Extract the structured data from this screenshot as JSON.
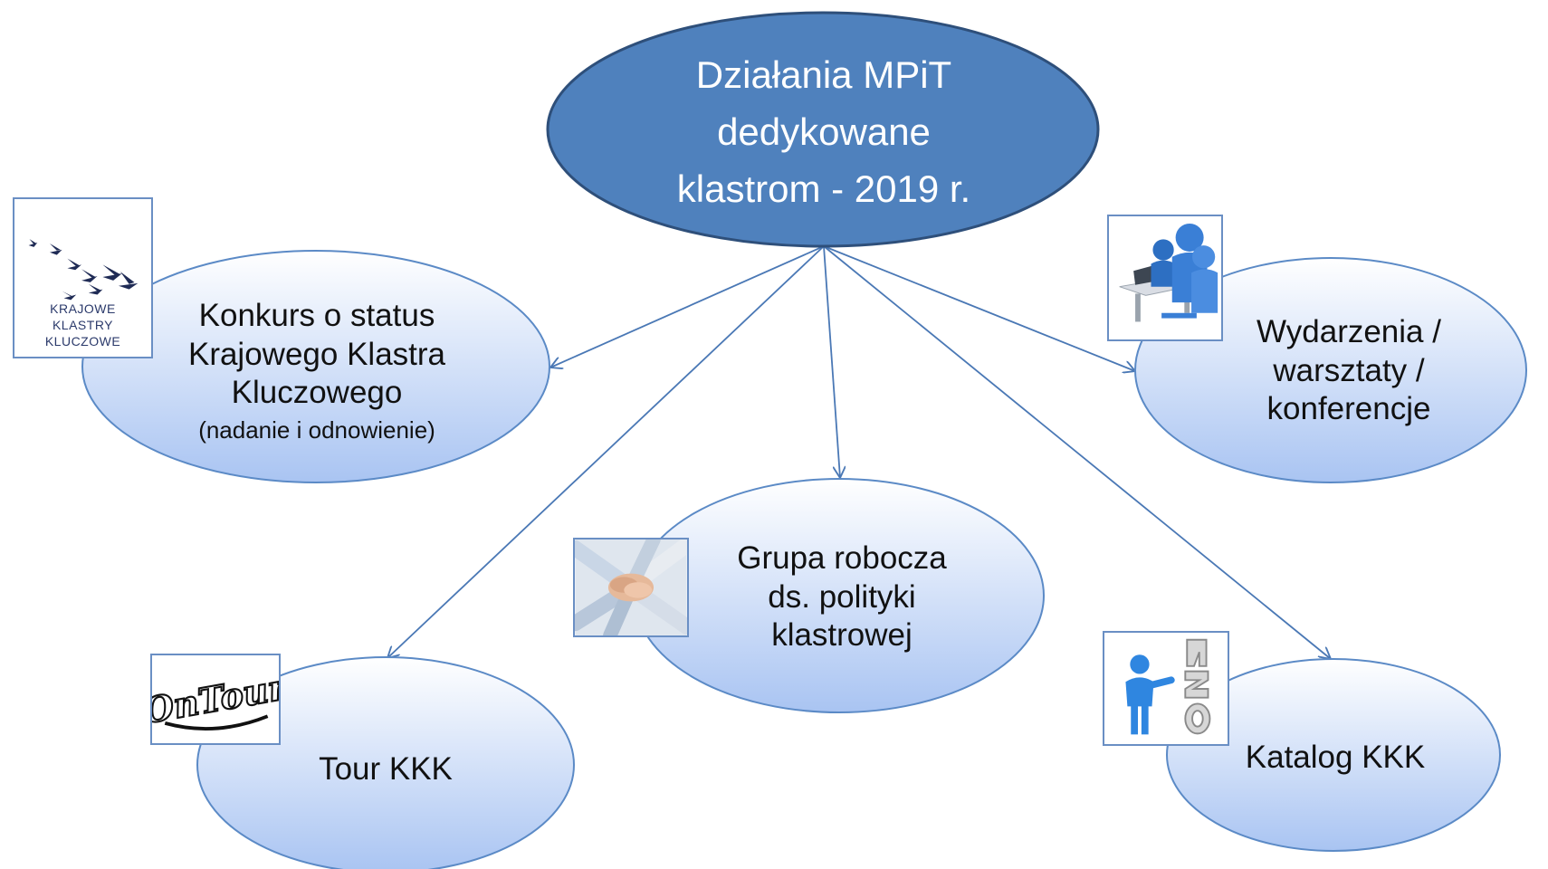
{
  "central": {
    "lines": [
      "Działania MPiT",
      "dedykowane",
      "klastrom  - 2019 r."
    ]
  },
  "nodes": {
    "konkurs": {
      "lines": [
        "Konkurs o status",
        "Krajowego Klastra",
        "Kluczowego"
      ],
      "sub": "(nadanie i odnowienie)"
    },
    "wydarzenia": {
      "lines": [
        "Wydarzenia /",
        "warsztaty /",
        "konferencje"
      ]
    },
    "grupa": {
      "lines": [
        "Grupa robocza",
        "ds. polityki",
        "klastrowej"
      ]
    },
    "tour": {
      "lines": [
        "Tour KKK"
      ]
    },
    "katalog": {
      "lines": [
        "Katalog KKK"
      ]
    }
  },
  "logo": {
    "lines": [
      "KRAJOWE",
      "KLASTRY",
      "KLUCZOWE"
    ]
  },
  "ontour_logo": "OnTour",
  "colors": {
    "central_fill": "#4f81bd",
    "central_stroke": "#2e4f7a",
    "node_fill_top": "#ffffff",
    "node_fill_bottom": "#a9c4f2",
    "node_stroke": "#5b8ac6",
    "arrow": "#4a78b5"
  }
}
